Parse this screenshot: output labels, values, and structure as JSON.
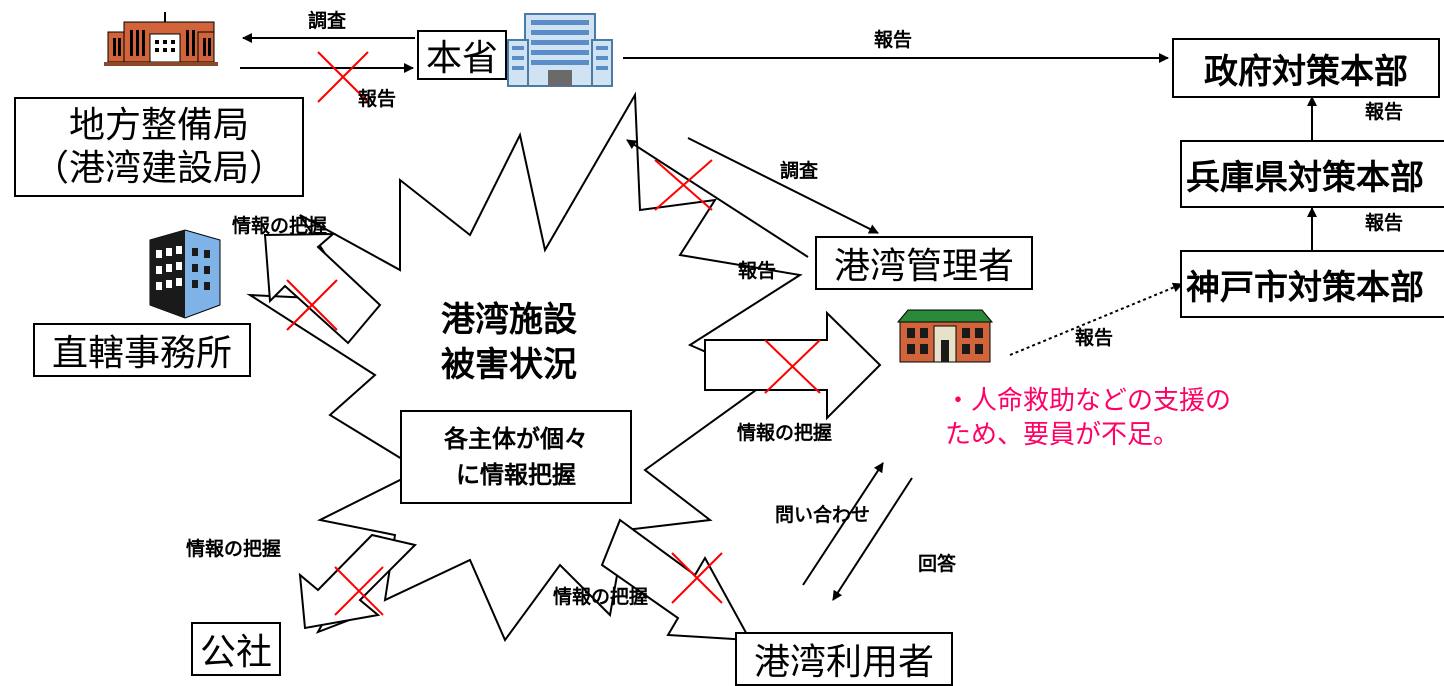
{
  "center": {
    "title_line1": "港湾施設",
    "title_line2": "被害状況",
    "note_line1": "各主体が個々",
    "note_line2": "に情報把握"
  },
  "nodes": {
    "regional_bureau_line1": "地方整備局",
    "regional_bureau_line2": "（港湾建設局）",
    "ministry": "本省",
    "government_hq": "政府対策本部",
    "hyogo_hq": "兵庫県対策本部",
    "kobe_hq": "神戸市対策本部",
    "port_manager": "港湾管理者",
    "direct_office": "直轄事務所",
    "public_corp": "公社",
    "port_users": "港湾利用者"
  },
  "labels": {
    "survey_top": "調査",
    "report_top": "報告",
    "report_to_gov": "報告",
    "report_hyogo_to_gov": "報告",
    "report_kobe_to_hyogo": "報告",
    "survey_port_manager": "調査",
    "report_port_manager": "報告",
    "report_kobe_dotted": "報告",
    "info_direct_office": "情報の把握",
    "info_kobe_city": "情報の把握",
    "info_public_corp": "情報の把握",
    "info_port_users": "情報の把握",
    "inquiry": "問い合わせ",
    "answer": "回答"
  },
  "note": {
    "line1": "・人命救助などの支援の",
    "line2": "ため、要員が不足。",
    "color": "#ff0066"
  },
  "colors": {
    "cross": "#ff0000",
    "building_red": "#d2643c",
    "building_blue": "#5a8cc8",
    "building_green": "#2a8a3a"
  }
}
